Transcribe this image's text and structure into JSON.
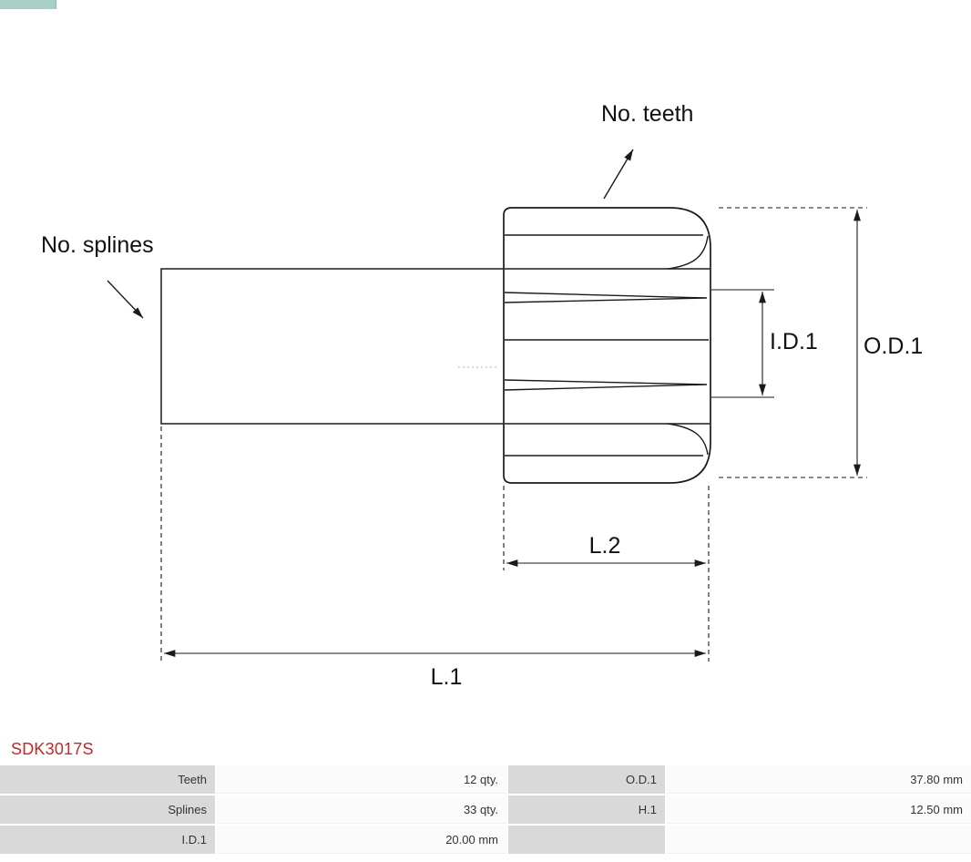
{
  "diagram": {
    "callouts": {
      "teeth": "No. teeth",
      "splines": "No. splines"
    },
    "dimensions": {
      "id1": "I.D.1",
      "od1": "O.D.1",
      "l2": "L.2",
      "l1": "L.1"
    }
  },
  "part": {
    "code": "SDK3017S"
  },
  "colors": {
    "part_code_red": "#c2282d",
    "table_label_bg": "#d9d9d9",
    "drawing_line": "#1a1a1a"
  },
  "table": {
    "rows": [
      {
        "cells": [
          {
            "text": "Teeth"
          },
          {
            "text": "12 qty."
          },
          {
            "text": "O.D.1"
          },
          {
            "text": "37.80 mm"
          }
        ]
      },
      {
        "cells": [
          {
            "text": "Splines"
          },
          {
            "text": "33 qty."
          },
          {
            "text": "H.1"
          },
          {
            "text": "12.50 mm"
          }
        ]
      },
      {
        "cells": [
          {
            "text": "I.D.1"
          },
          {
            "text": "20.00 mm"
          },
          {
            "text": ""
          },
          {
            "text": ""
          }
        ]
      }
    ]
  }
}
